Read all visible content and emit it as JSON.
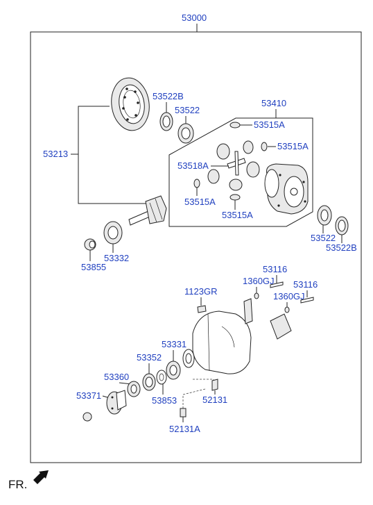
{
  "assembly": {
    "number": "53000"
  },
  "labels": {
    "p53213": "53213",
    "p53522B_top": "53522B",
    "p53522_top": "53522",
    "p53410": "53410",
    "p53515A_1": "53515A",
    "p53515A_2": "53515A",
    "p53518A": "53518A",
    "p53515A_3": "53515A",
    "p53515A_4": "53515A",
    "p53522_bottom": "53522",
    "p53522B_bottom": "53522B",
    "p53855": "53855",
    "p53332": "53332",
    "p53116_1": "53116",
    "p1360GJ_1": "1360GJ",
    "p53116_2": "53116",
    "p1360GJ_2": "1360GJ",
    "p1123GR": "1123GR",
    "p53331": "53331",
    "p53352": "53352",
    "p53360": "53360",
    "p53371": "53371",
    "p53853": "53853",
    "p52131": "52131",
    "p52131A": "52131A"
  },
  "direction": {
    "label": "FR."
  }
}
